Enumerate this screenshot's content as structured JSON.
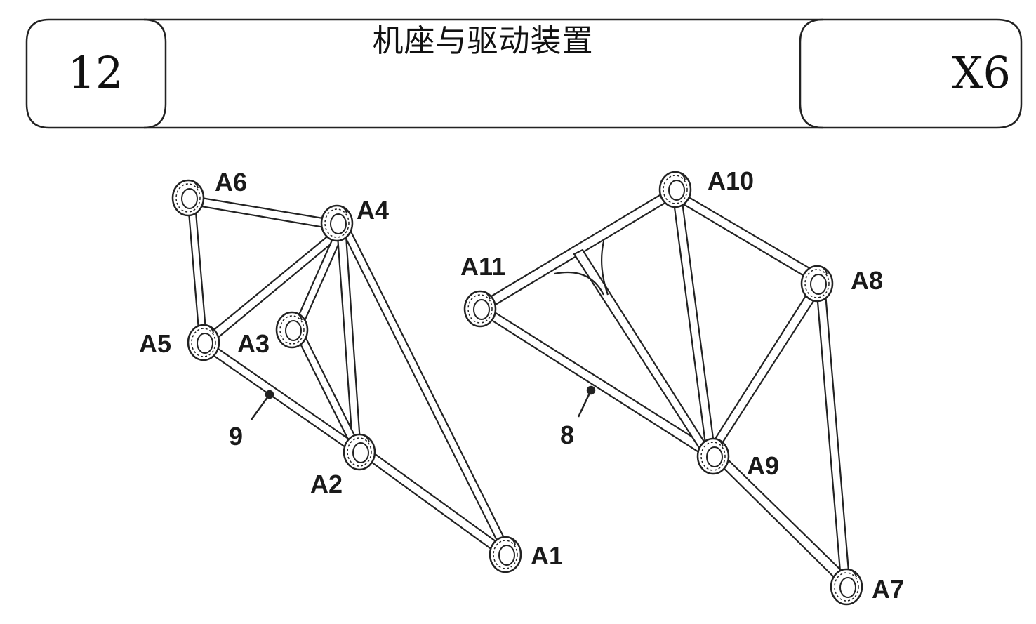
{
  "header": {
    "step_number": "12",
    "title": "机座与驱动装置",
    "quantity": "X6"
  },
  "diagram": {
    "left_frame": {
      "part_label": "9",
      "nodes": [
        "A6",
        "A4",
        "A5",
        "A3",
        "A2",
        "A1"
      ]
    },
    "right_frame": {
      "part_label": "8",
      "nodes": [
        "A10",
        "A11",
        "A8",
        "A9",
        "A7"
      ]
    }
  }
}
